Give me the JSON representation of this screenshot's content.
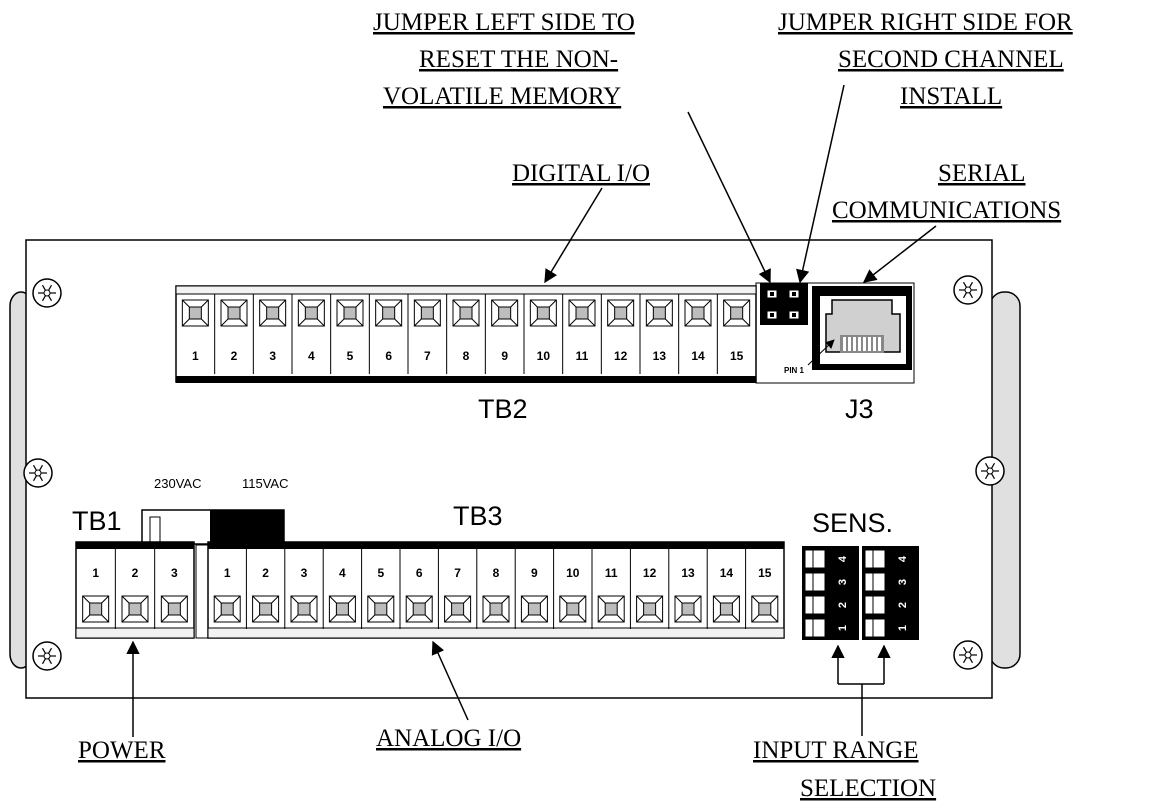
{
  "callouts": {
    "jumper_left": [
      "JUMPER LEFT SIDE TO",
      "RESET THE NON-",
      "VOLATILE MEMORY"
    ],
    "jumper_right": [
      "JUMPER RIGHT SIDE FOR",
      "SECOND CHANNEL",
      "INSTALL"
    ],
    "digital_io": "DIGITAL I/O",
    "serial": [
      "SERIAL",
      "COMMUNICATIONS"
    ],
    "power": "POWER",
    "analog_io": "ANALOG I/O",
    "input_range": [
      "INPUT RANGE",
      "SELECTION"
    ]
  },
  "labels": {
    "tb1": "TB1",
    "tb2": "TB2",
    "tb3": "TB3",
    "j3": "J3",
    "sens": "SENS.",
    "v230": "230VAC",
    "v115": "115VAC",
    "pin1": "PIN 1"
  },
  "tb1_pins": [
    "1",
    "2",
    "3"
  ],
  "tb2_pins": [
    "1",
    "2",
    "3",
    "4",
    "5",
    "6",
    "7",
    "8",
    "9",
    "10",
    "11",
    "12",
    "13",
    "14",
    "15"
  ],
  "tb3_pins": [
    "1",
    "2",
    "3",
    "4",
    "5",
    "6",
    "7",
    "8",
    "9",
    "10",
    "11",
    "12",
    "13",
    "14",
    "15"
  ],
  "sens_switches": [
    "1",
    "2",
    "3",
    "4"
  ]
}
